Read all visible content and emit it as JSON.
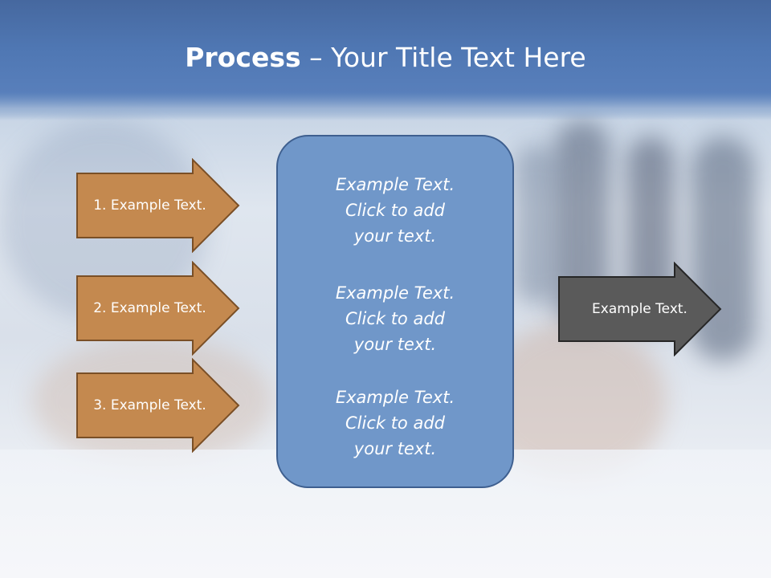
{
  "slide": {
    "title_bold": "Process",
    "title_rest": " – Your Title Text Here",
    "steps": [
      {
        "label": "1. Example Text."
      },
      {
        "label": "2. Example Text."
      },
      {
        "label": "3. Example Text."
      }
    ],
    "center_paragraphs": [
      "Example Text.\nClick  to add\nyour text.",
      "Example Text.\nClick  to add\nyour text.",
      "Example Text.\nClick  to add\nyour text."
    ],
    "output_label": "Example Text."
  },
  "colors": {
    "step_fill": "#c4894f",
    "step_border": "#7a4f26",
    "center_fill": "#7097c9",
    "output_fill": "#5a5a5a",
    "title_band": "#4f77b3"
  }
}
